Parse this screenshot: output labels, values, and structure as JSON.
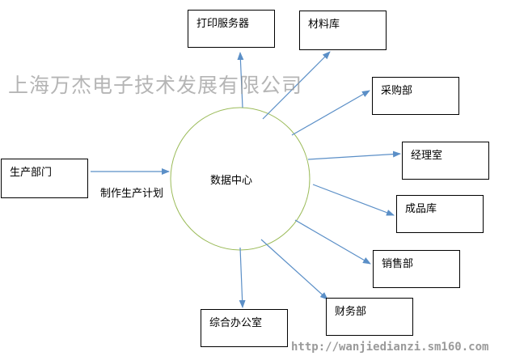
{
  "center": {
    "label": "数据中心"
  },
  "source": {
    "label": "生产部门",
    "edge_label": "制作生产计划"
  },
  "targets": [
    {
      "label": "打印服务器"
    },
    {
      "label": "材料库"
    },
    {
      "label": "采购部"
    },
    {
      "label": "经理室"
    },
    {
      "label": "成品库"
    },
    {
      "label": "销售部"
    },
    {
      "label": "财务部"
    },
    {
      "label": "综合办公室"
    }
  ],
  "watermark": {
    "company": "上海万杰电子技术发展有限公司",
    "url": "http://wanjiedianzi.sm160.com"
  },
  "colors": {
    "arrow": "#5b8fc7",
    "circle": "#9bbb59"
  }
}
